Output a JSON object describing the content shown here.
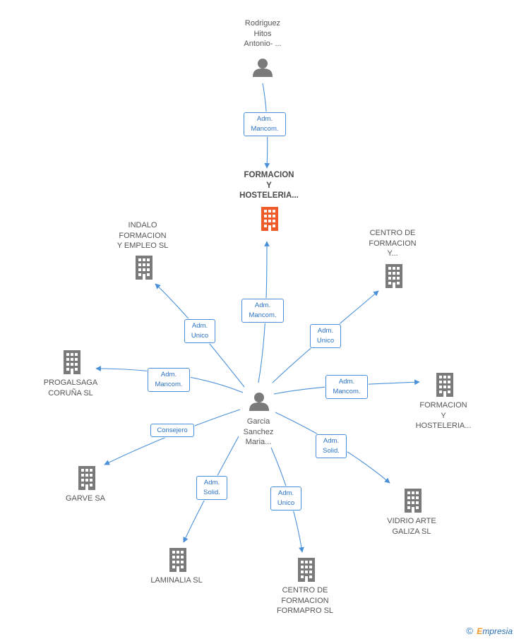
{
  "focus_company": {
    "name": "FORMACION\nY\nHOSTELERIA...",
    "color": "#f05a28"
  },
  "center_person": {
    "name": "Garcia\nSanchez\nMaria..."
  },
  "top_person": {
    "name": "Rodriguez\nHitos\nAntonio- ..."
  },
  "companies": [
    {
      "id": "indalo",
      "name": "INDALO\nFORMACION\nY EMPLEO SL"
    },
    {
      "id": "centro-formacion-y",
      "name": "CENTRO DE\nFORMACION\nY..."
    },
    {
      "id": "progalsaga",
      "name": "PROGALSAGA\nCORUÑA SL"
    },
    {
      "id": "formacion-hosteleria-2",
      "name": "FORMACION\nY\nHOSTELERIA..."
    },
    {
      "id": "garve",
      "name": "GARVE SA"
    },
    {
      "id": "vidrio",
      "name": "VIDRIO ARTE\nGALIZA SL"
    },
    {
      "id": "laminalia",
      "name": "LAMINALIA SL"
    },
    {
      "id": "formapro",
      "name": "CENTRO DE\nFORMACION\nFORMAPRO SL"
    }
  ],
  "relations": [
    {
      "id": "top-focus",
      "label": "Adm.\nMancom."
    },
    {
      "id": "center-focus",
      "label": "Adm.\nMancom."
    },
    {
      "id": "center-indalo",
      "label": "Adm.\nUnico"
    },
    {
      "id": "center-centro-y",
      "label": "Adm.\nUnico"
    },
    {
      "id": "center-progalsaga",
      "label": "Adm.\nMancom."
    },
    {
      "id": "center-formacion2",
      "label": "Adm.\nMancom."
    },
    {
      "id": "center-garve",
      "label": "Consejero"
    },
    {
      "id": "center-vidrio",
      "label": "Adm.\nSolid."
    },
    {
      "id": "center-laminalia",
      "label": "Adm.\nSolid."
    },
    {
      "id": "center-formapro",
      "label": "Adm.\nUnico"
    }
  ],
  "colors": {
    "edge": "#4a90d9",
    "icon": "#7a7a7a",
    "focus": "#f05a28"
  },
  "footer": {
    "copyright": "©",
    "brand_initial": "E",
    "brand_rest": "mpresia"
  }
}
